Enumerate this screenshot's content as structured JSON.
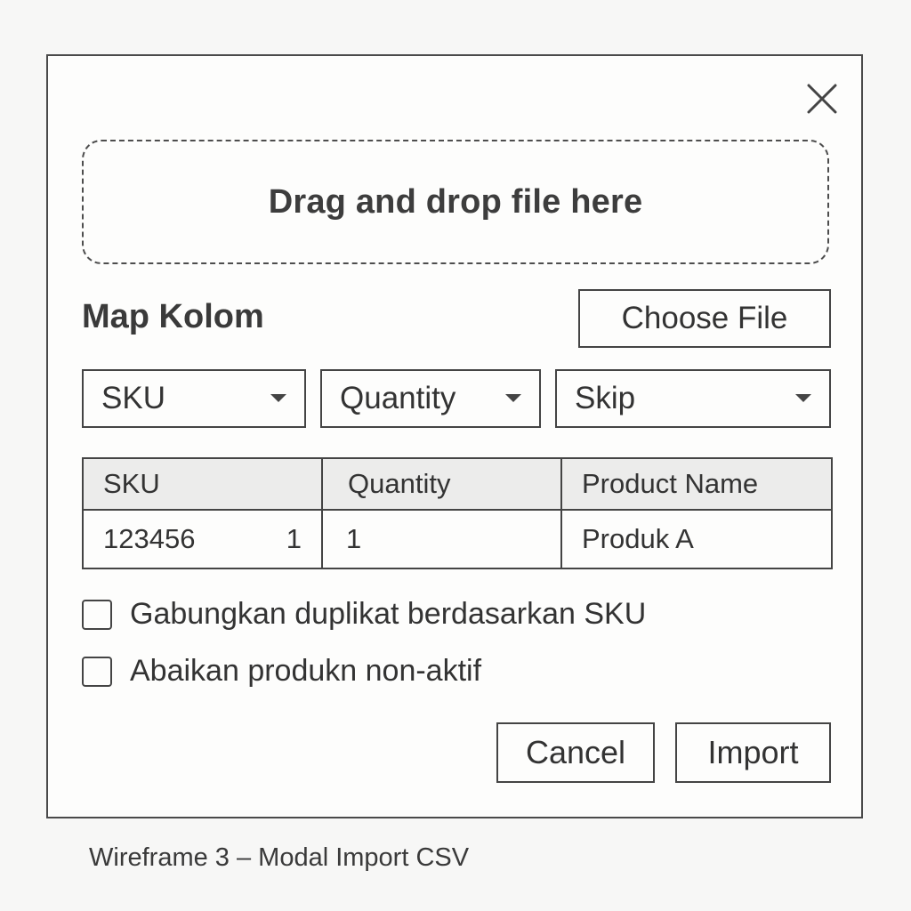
{
  "modal": {
    "close_icon": "close-icon",
    "dropzone_text": "Drag and drop file here",
    "map_title": "Map Kolom",
    "choose_file_label": "Choose File",
    "selects": [
      {
        "value": "SKU"
      },
      {
        "value": "Quantity"
      },
      {
        "value": "Skip"
      }
    ],
    "table": {
      "headers": [
        "SKU",
        "Quantity",
        "Product Name"
      ],
      "rows": [
        {
          "sku": "123456",
          "sku_extra": "1",
          "quantity": "1",
          "product_name": "Produk A"
        }
      ]
    },
    "options": [
      {
        "label": "Gabungkan duplikat berdasarkan SKU",
        "checked": false
      },
      {
        "label": "Abaikan produkn non-aktif",
        "checked": false
      }
    ],
    "cancel_label": "Cancel",
    "import_label": "Import"
  },
  "caption": "Wireframe 3 – Modal Import CSV"
}
